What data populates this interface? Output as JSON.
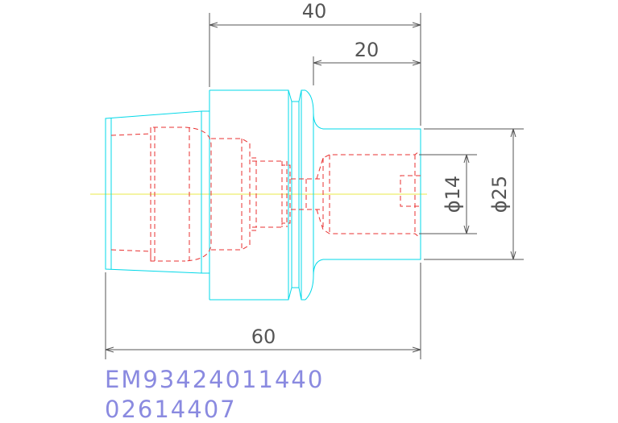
{
  "drawing": {
    "dimensions": {
      "d40": "40",
      "d20": "20",
      "d60": "60",
      "phi14": "ϕ14",
      "phi25": "ϕ25"
    },
    "part_number": "EM93424011440",
    "part_code": "02614407",
    "colors": {
      "outline": "#00d8e8",
      "hidden": "#e83030",
      "centerline": "#e8e84a",
      "dimension": "#555555",
      "text": "#8a8ae0"
    }
  }
}
